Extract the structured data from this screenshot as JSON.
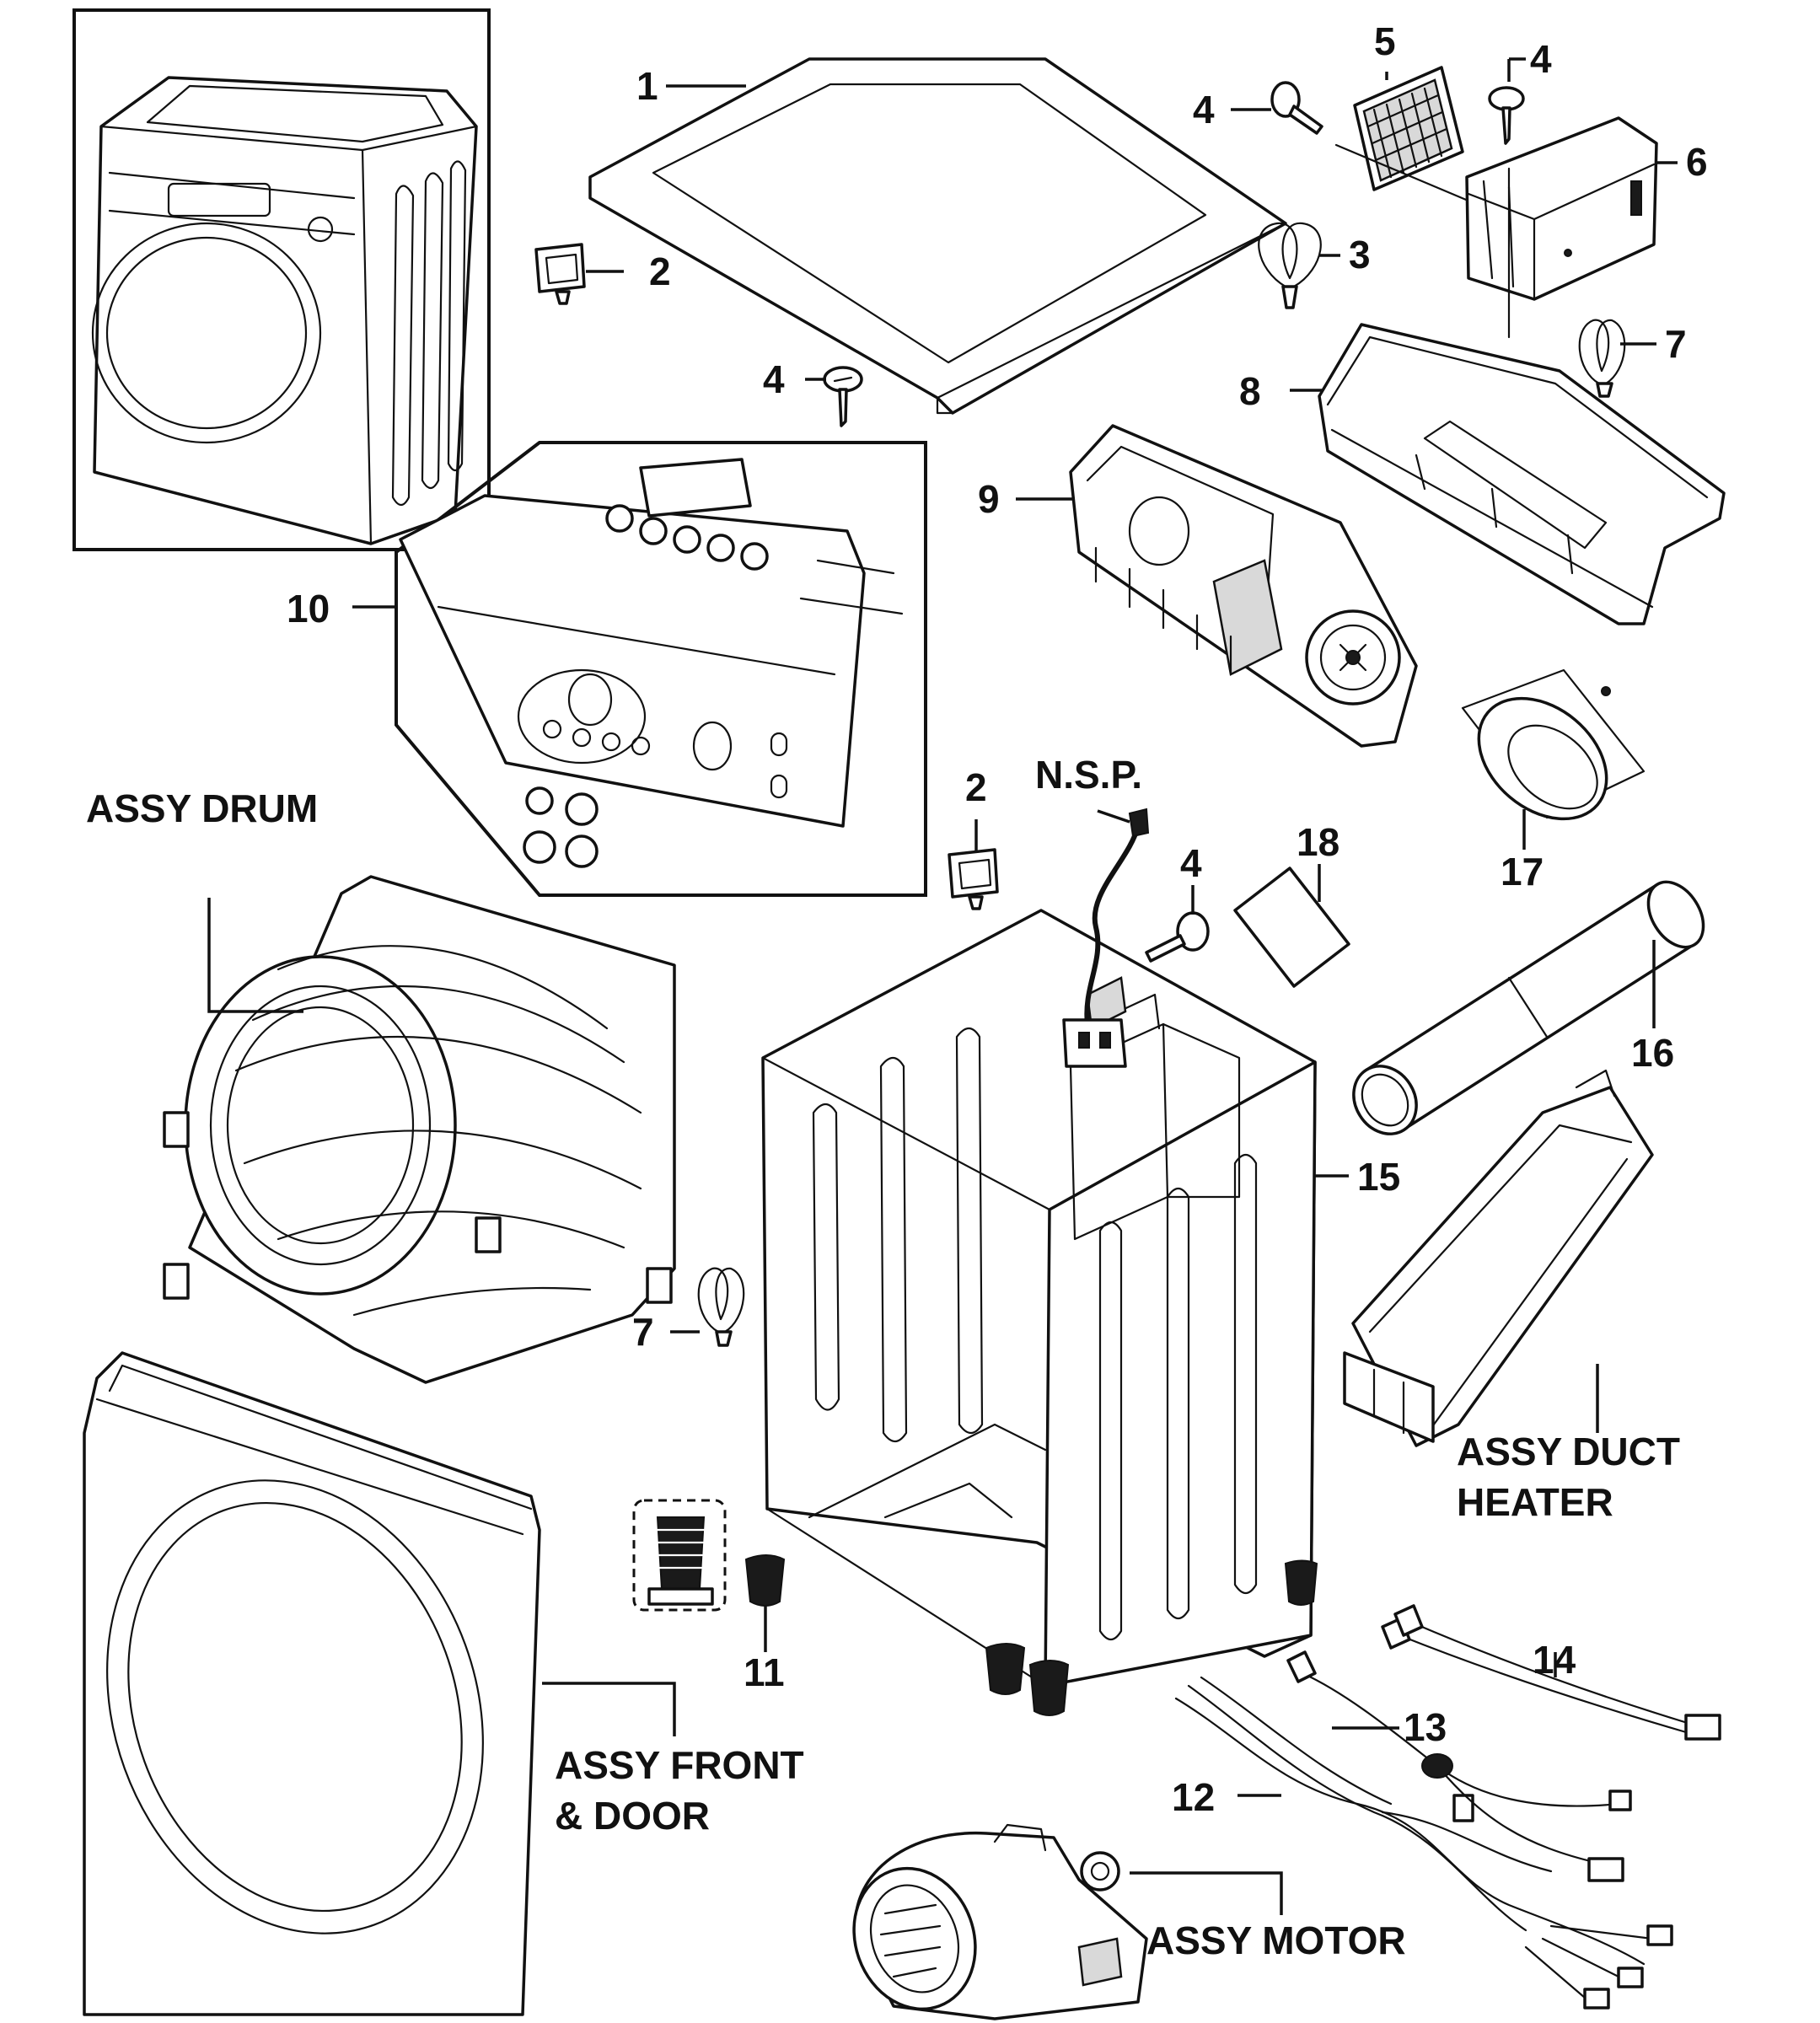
{
  "callouts": {
    "c1": "1",
    "c2a": "2",
    "c2b": "2",
    "c3": "3",
    "c4a": "4",
    "c4b": "4",
    "c4c": "4",
    "c4d": "4",
    "c5": "5",
    "c6": "6",
    "c7a": "7",
    "c7b": "7",
    "c8": "8",
    "c9": "9",
    "c10": "10",
    "c11": "11",
    "c12": "12",
    "c13": "13",
    "c14": "14",
    "c15": "15",
    "c16": "16",
    "c17": "17",
    "c18": "18",
    "nsp": "N.S.P."
  },
  "assemblies": {
    "drum": "ASSY DRUM",
    "duct_line1": "ASSY DUCT",
    "duct_line2": "HEATER",
    "front_line1": "ASSY FRONT",
    "front_line2": "& DOOR",
    "motor": "ASSY MOTOR"
  }
}
